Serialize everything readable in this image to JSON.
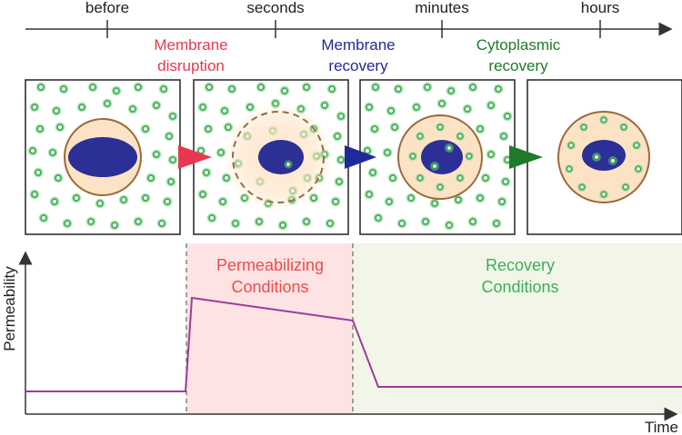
{
  "timeline": {
    "ticks": [
      "before",
      "seconds",
      "minutes",
      "hours"
    ]
  },
  "stages": [
    {
      "line1": "Membrane",
      "line2": "disruption",
      "color": "#e8384f"
    },
    {
      "line1": "Membrane",
      "line2": "recovery",
      "color": "#1e2a9c"
    },
    {
      "line1": "Cytoplasmic",
      "line2": "recovery",
      "color": "#1f7a2a"
    }
  ],
  "plot": {
    "ylabel": "Permeability",
    "xlabel": "Time",
    "regions": [
      {
        "line1": "Permeabilizing",
        "line2": "Conditions",
        "fill": "#fde3e3",
        "text_color": "#ef4b4b"
      },
      {
        "line1": "Recovery",
        "line2": "Conditions",
        "fill": "#f1f6e8",
        "text_color": "#3cae5a"
      }
    ]
  },
  "colors": {
    "cytoplasm": "#fde3c5",
    "membrane": "#9a6a3a",
    "nucleus": "#2b2f96",
    "molecule": "#3aa94a",
    "curve": "#9a3d9a"
  },
  "chart_data": {
    "type": "line",
    "title": "",
    "xlabel": "Time",
    "ylabel": "Permeability",
    "series": [
      {
        "points": [
          [
            "before",
            "low"
          ],
          [
            "seconds",
            "high"
          ],
          [
            "minutes",
            "elevated"
          ],
          [
            "hours",
            "low"
          ]
        ]
      }
    ]
  }
}
